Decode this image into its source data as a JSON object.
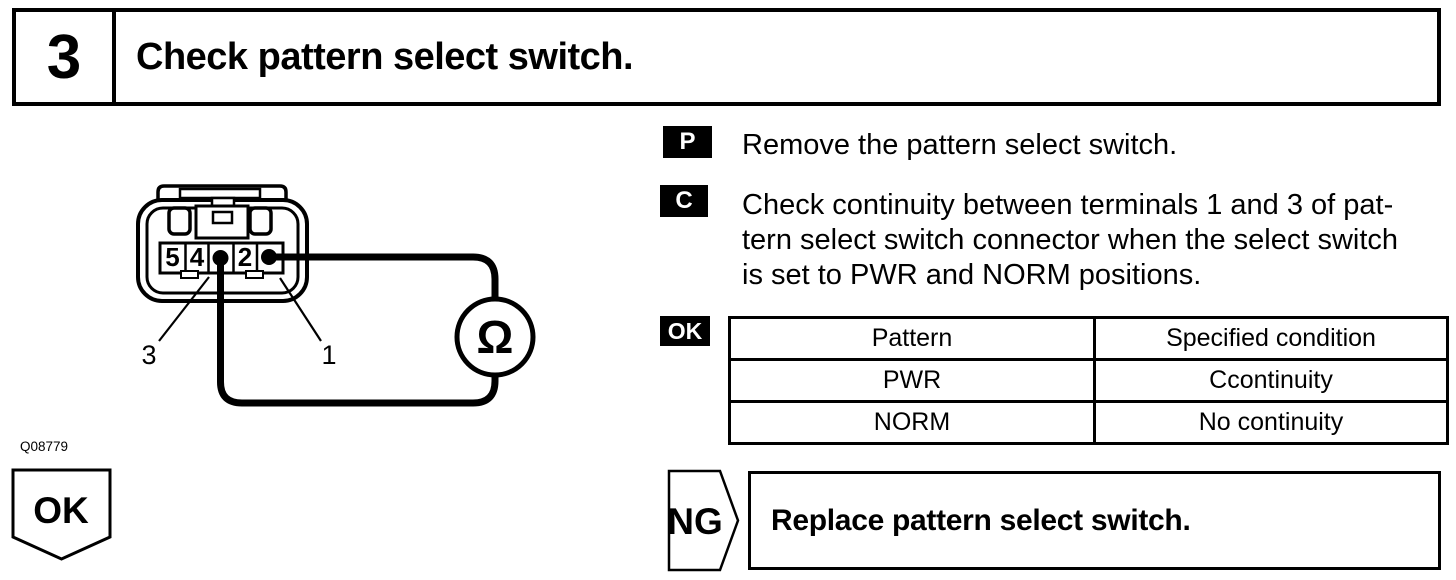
{
  "colors": {
    "ink": "#000000",
    "paper": "#ffffff"
  },
  "header": {
    "step_number": "3",
    "title": "Check pattern select switch."
  },
  "diagram": {
    "figure_code": "Q08779",
    "terminals": {
      "t5": "5",
      "t4": "4",
      "t2": "2"
    },
    "probe_point_left": "3",
    "probe_point_right": "1",
    "meter_symbol": "Ω",
    "ok_arrow_label": "OK"
  },
  "steps": {
    "prepare": {
      "badge": "P",
      "text": "Remove the pattern select switch."
    },
    "check": {
      "badge": "C",
      "lines": [
        "Check continuity between terminals 1 and 3 of pat-",
        "tern select switch connector when the select switch",
        "is set to PWR and NORM positions."
      ]
    },
    "ok": {
      "badge": "OK"
    }
  },
  "result_table": {
    "headers": [
      "Pattern",
      "Specified condition"
    ],
    "rows": [
      [
        "PWR",
        "Ccontinuity"
      ],
      [
        "NORM",
        "No continuity"
      ]
    ]
  },
  "ng": {
    "label": "NG",
    "action": "Replace pattern select switch."
  }
}
